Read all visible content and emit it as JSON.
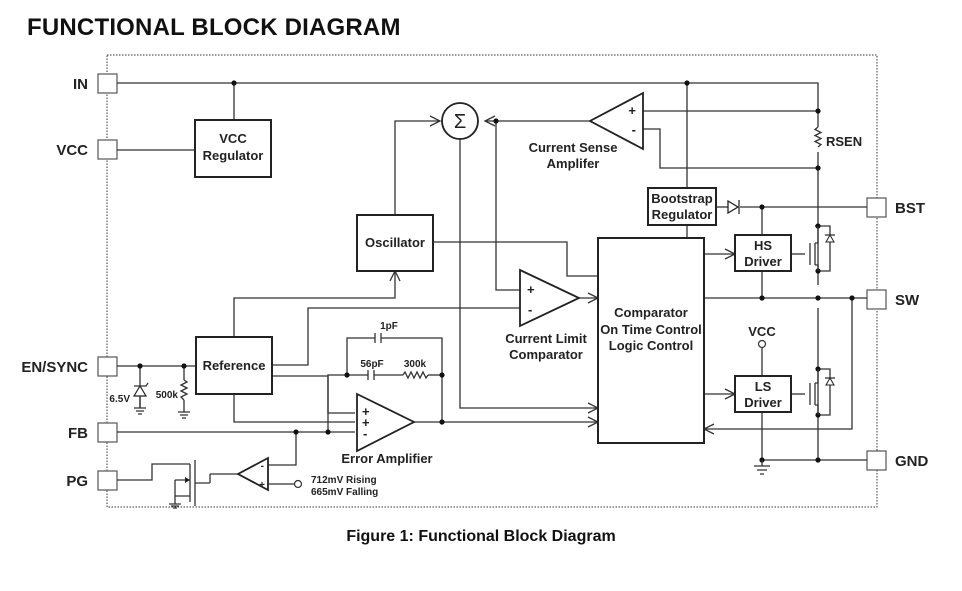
{
  "heading": "FUNCTIONAL BLOCK DIAGRAM",
  "caption": "Figure 1: Functional Block Diagram",
  "pins": {
    "in": "IN",
    "vcc": "VCC",
    "en_sync": "EN/SYNC",
    "fb": "FB",
    "pg": "PG",
    "bst": "BST",
    "sw": "SW",
    "gnd": "GND"
  },
  "blocks": {
    "vcc_regulator": [
      "VCC",
      "Regulator"
    ],
    "oscillator": "Oscillator",
    "reference": "Reference",
    "bootstrap_regulator": [
      "Bootstrap",
      "Regulator"
    ],
    "control": [
      "Comparator",
      "On Time Control",
      "Logic Control"
    ],
    "hs_driver": [
      "HS",
      "Driver"
    ],
    "ls_driver": [
      "LS",
      "Driver"
    ]
  },
  "amplifiers": {
    "current_sense": [
      "Current Sense",
      "Amplifer"
    ],
    "current_limit": [
      "Current Limit",
      "Comparator"
    ],
    "error": "Error Amplifier",
    "summer_symbol": "Σ"
  },
  "components": {
    "rsen": "RSEN",
    "zener": "6.5V",
    "r_en": "500k",
    "c_1pf": "1pF",
    "c_56pf": "56pF",
    "r_300k": "300k",
    "ls_vcc": "VCC"
  },
  "pg_thresholds": [
    "712mV Rising",
    "665mV Falling"
  ],
  "signs": {
    "plus": "+",
    "minus": "-"
  }
}
